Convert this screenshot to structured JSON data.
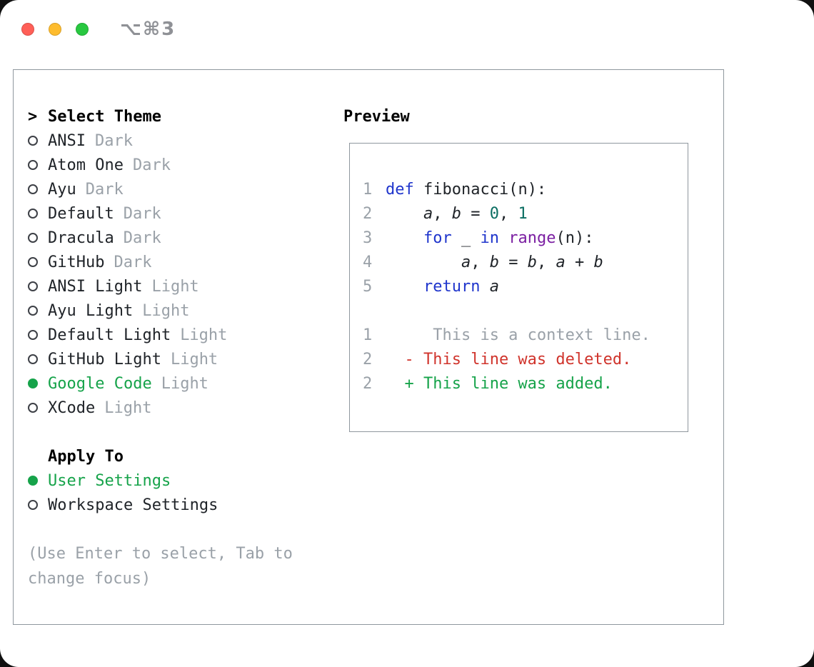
{
  "window": {
    "titlebar_shortcut": "⌥⌘3"
  },
  "colors": {
    "accent_green": "#16a34a",
    "deleted_red": "#d0342c",
    "keyword_blue": "#1f35cc",
    "literal_teal": "#0b6e62",
    "type_purple": "#7b1fa2",
    "muted_gray": "#9aa1a8",
    "text_dark": "#1f2328",
    "panel_border_gray": "#8f979e",
    "traffic_red": "#ff5f57",
    "traffic_yellow": "#febc2e",
    "traffic_green": "#28c840"
  },
  "theme_selector": {
    "prompt": ">",
    "heading": "Select Theme",
    "themes": [
      {
        "name": "ANSI",
        "variant": "Dark",
        "selected": false
      },
      {
        "name": "Atom One",
        "variant": "Dark",
        "selected": false
      },
      {
        "name": "Ayu",
        "variant": "Dark",
        "selected": false
      },
      {
        "name": "Default",
        "variant": "Dark",
        "selected": false
      },
      {
        "name": "Dracula",
        "variant": "Dark",
        "selected": false
      },
      {
        "name": "GitHub",
        "variant": "Dark",
        "selected": false
      },
      {
        "name": "ANSI Light",
        "variant": "Light",
        "selected": false
      },
      {
        "name": "Ayu Light",
        "variant": "Light",
        "selected": false
      },
      {
        "name": "Default Light",
        "variant": "Light",
        "selected": false
      },
      {
        "name": "GitHub Light",
        "variant": "Light",
        "selected": false
      },
      {
        "name": "Google Code",
        "variant": "Light",
        "selected": true
      },
      {
        "name": "XCode",
        "variant": "Light",
        "selected": false
      }
    ],
    "apply_to": {
      "heading": "Apply To",
      "options": [
        {
          "label": "User Settings",
          "selected": true
        },
        {
          "label": "Workspace Settings",
          "selected": false
        }
      ]
    },
    "hint_lines": [
      "(Use Enter to select, Tab to",
      "change focus)"
    ]
  },
  "preview": {
    "heading": "Preview",
    "code": [
      {
        "no": "1",
        "tokens": [
          {
            "t": "def",
            "c": "kw"
          },
          {
            "t": " fibonacci(n):",
            "c": "pl"
          }
        ]
      },
      {
        "no": "2",
        "tokens": [
          {
            "t": "    ",
            "c": "pl"
          },
          {
            "t": "a",
            "c": "var"
          },
          {
            "t": ", ",
            "c": "pl"
          },
          {
            "t": "b",
            "c": "var"
          },
          {
            "t": " = ",
            "c": "pl"
          },
          {
            "t": "0",
            "c": "num"
          },
          {
            "t": ", ",
            "c": "pl"
          },
          {
            "t": "1",
            "c": "num"
          }
        ]
      },
      {
        "no": "3",
        "tokens": [
          {
            "t": "    ",
            "c": "pl"
          },
          {
            "t": "for",
            "c": "kw"
          },
          {
            "t": " _ ",
            "c": "pl"
          },
          {
            "t": "in",
            "c": "kw"
          },
          {
            "t": " ",
            "c": "pl"
          },
          {
            "t": "range",
            "c": "typ"
          },
          {
            "t": "(n):",
            "c": "pl"
          }
        ]
      },
      {
        "no": "4",
        "tokens": [
          {
            "t": "        ",
            "c": "pl"
          },
          {
            "t": "a",
            "c": "var"
          },
          {
            "t": ", ",
            "c": "pl"
          },
          {
            "t": "b",
            "c": "var"
          },
          {
            "t": " = ",
            "c": "pl"
          },
          {
            "t": "b",
            "c": "var"
          },
          {
            "t": ", ",
            "c": "pl"
          },
          {
            "t": "a",
            "c": "var"
          },
          {
            "t": " + ",
            "c": "pl"
          },
          {
            "t": "b",
            "c": "var"
          }
        ]
      },
      {
        "no": "5",
        "tokens": [
          {
            "t": "    ",
            "c": "pl"
          },
          {
            "t": "return",
            "c": "kw"
          },
          {
            "t": " ",
            "c": "pl"
          },
          {
            "t": "a",
            "c": "var"
          }
        ]
      }
    ],
    "diff": [
      {
        "no": "1",
        "tokens": [
          {
            "t": "     This is a context line.",
            "c": "ctx"
          }
        ]
      },
      {
        "no": "2",
        "tokens": [
          {
            "t": "  - This line was deleted.",
            "c": "del"
          }
        ]
      },
      {
        "no": "2",
        "tokens": [
          {
            "t": "  + This line was added.",
            "c": "add"
          }
        ]
      }
    ]
  }
}
